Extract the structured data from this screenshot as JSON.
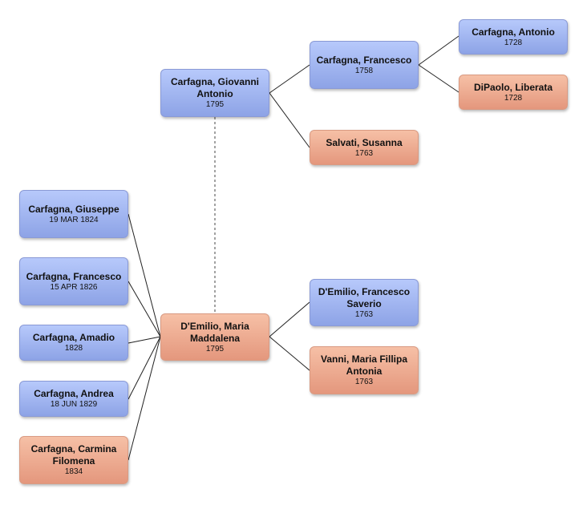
{
  "people": {
    "p_giovanni": {
      "name": "Carfagna, Giovanni Antonio",
      "date": "1795",
      "sex": "male"
    },
    "p_francesco_father": {
      "name": "Carfagna, Francesco",
      "date": "1758",
      "sex": "male"
    },
    "p_antonio": {
      "name": "Carfagna, Antonio",
      "date": "1728",
      "sex": "male"
    },
    "p_liberata": {
      "name": "DiPaolo, Liberata",
      "date": "1728",
      "sex": "female"
    },
    "p_susanna": {
      "name": "Salvati, Susanna",
      "date": "1763",
      "sex": "female"
    },
    "p_maria": {
      "name": "D'Emilio, Maria Maddalena",
      "date": "1795",
      "sex": "female"
    },
    "p_demilio_fs": {
      "name": "D'Emilio, Francesco Saverio",
      "date": "1763",
      "sex": "male"
    },
    "p_vanni": {
      "name": "Vanni, Maria Fillipa Antonia",
      "date": "1763",
      "sex": "female"
    },
    "c_giuseppe": {
      "name": "Carfagna, Giuseppe",
      "date": "19 MAR 1824",
      "sex": "male"
    },
    "c_francesco": {
      "name": "Carfagna, Francesco",
      "date": "15 APR 1826",
      "sex": "male"
    },
    "c_amadio": {
      "name": "Carfagna, Amadio",
      "date": "1828",
      "sex": "male"
    },
    "c_andrea": {
      "name": "Carfagna, Andrea",
      "date": "18 JUN 1829",
      "sex": "male"
    },
    "c_carmina": {
      "name": "Carfagna, Carmina Filomena",
      "date": "1834",
      "sex": "female"
    }
  },
  "colors": {
    "male_top": "#b7c9fb",
    "male_bottom": "#8da3e6",
    "female_top": "#f6c0a6",
    "female_bottom": "#e4977d"
  }
}
